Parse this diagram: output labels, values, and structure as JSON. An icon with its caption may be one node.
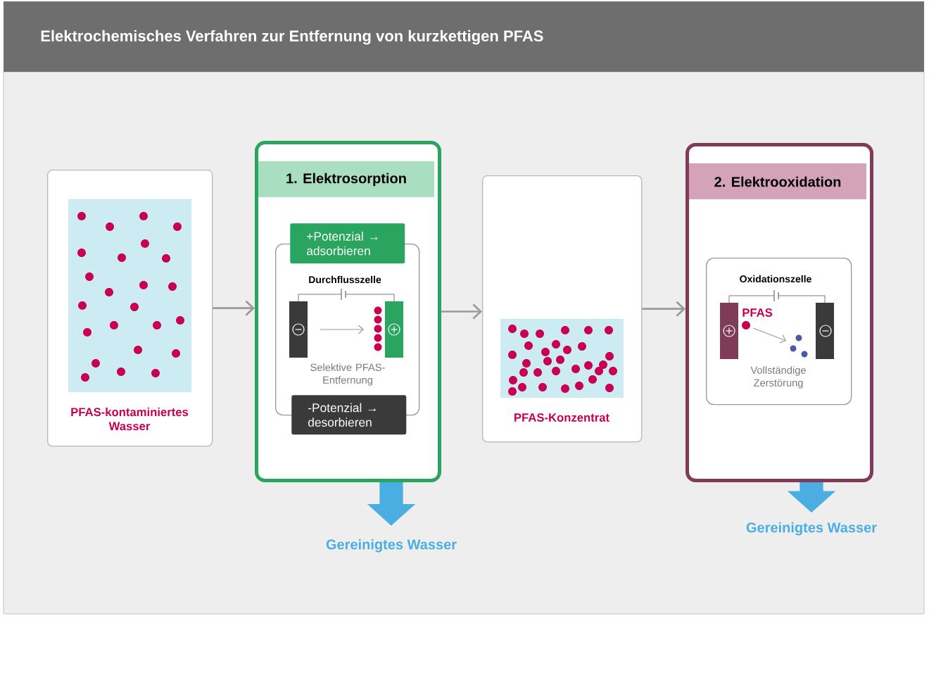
{
  "diagram": {
    "title": "Elektrochemisches Verfahren zur Entfernung von kurzkettigen PFAS",
    "nodes": [
      {
        "text": [
          "PFAS-kontaminiertes Wasser"
        ]
      },
      {
        "text": [
          "1. Elektrosorption"
        ]
      },
      {
        "text": [
          "+Potenzial → adsorbieren"
        ],
        "in": 1
      },
      {
        "text": [
          "Durchflusszelle",
          "Selektive PFAS-Entfernung"
        ],
        "in": 1
      },
      {
        "text": [
          "-Potenzial → desorbieren"
        ],
        "in": 1
      },
      {
        "text": [
          "PFAS-Konzentrat"
        ]
      },
      {
        "text": [
          "2. Elektrooxidation"
        ]
      },
      {
        "text": [
          "Oxidationszelle",
          "Vollständige Zerstörung"
        ],
        "in": 6
      },
      {
        "text": [
          "Gereinigtes Wasser"
        ]
      },
      {
        "text": [
          "Gereinigtes Wasser"
        ]
      }
    ],
    "edges": [
      {
        "from": 0,
        "to": 1,
        "arrow": "to"
      },
      {
        "from": 1,
        "to": 5,
        "arrow": "to"
      },
      {
        "from": 5,
        "to": 6,
        "arrow": "to"
      },
      {
        "from": 1,
        "to": 8,
        "arrow": "to",
        "style": "thick",
        "color": "#4aaee2"
      },
      {
        "from": 6,
        "to": 9,
        "arrow": "to",
        "style": "thick",
        "color": "#4aaee2"
      }
    ],
    "labels": [
      "PFAS"
    ]
  }
}
